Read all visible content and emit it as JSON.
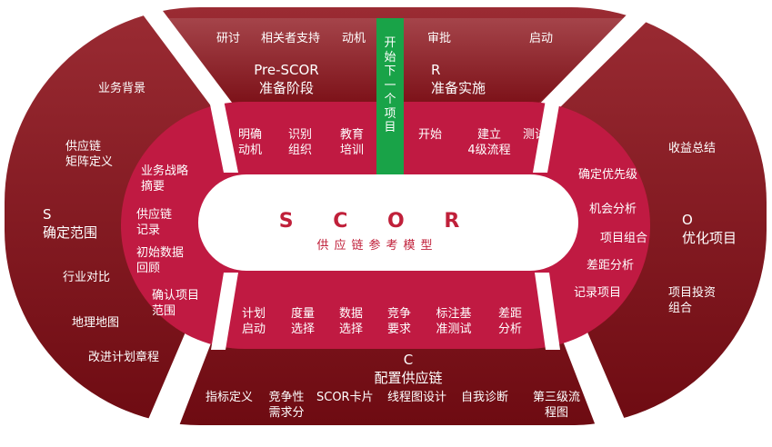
{
  "center": {
    "title": "S C O R",
    "subtitle": "供应链参考模型"
  },
  "green_bar": {
    "label": "开始下一个项目"
  },
  "top_left": {
    "outer": [
      "研讨",
      "相关者支持",
      "动机"
    ],
    "stage": "Pre-SCOR\n准备阶段",
    "inner": [
      "明确\n动机",
      "识别\n组织",
      "教育\n培训"
    ]
  },
  "top_right": {
    "outer": [
      "审批",
      "启动"
    ],
    "stage": "R\n准备实施",
    "inner": [
      "开始",
      "建立\n4级流程",
      "测试"
    ]
  },
  "left": {
    "stage": "S\n确定范围",
    "outer": [
      "业务背景",
      "供应链\n矩阵定义",
      "行业对比",
      "地理地图",
      "改进计划章程"
    ],
    "inner": [
      "业务战略\n摘要",
      "供应链\n记录",
      "初始数据\n回顾",
      "确认项目\n范围"
    ]
  },
  "right": {
    "stage": "O\n优化项目",
    "outer": [
      "收益总结",
      "项目投资\n组合"
    ],
    "inner": [
      "确定优先级",
      "机会分析",
      "项目组合",
      "差距分析",
      "记录项目"
    ]
  },
  "bottom": {
    "stage": "C\n配置供应链",
    "inner": [
      "计划\n启动",
      "度量\n选择",
      "数据\n选择",
      "竞争\n要求",
      "标注基\n准测试",
      "差距\n分析"
    ],
    "outer": [
      "指标定义",
      "竞争性\n需求分",
      "SCOR卡片",
      "线程图设计",
      "自我诊断",
      "第三级流\n程图"
    ]
  },
  "colors": {
    "outer_dark": "#7a0e16",
    "outer_mid": "#8e1a22",
    "inner_ring": "#c01a42",
    "green": "#19a348",
    "core_text": "#c0203a"
  }
}
